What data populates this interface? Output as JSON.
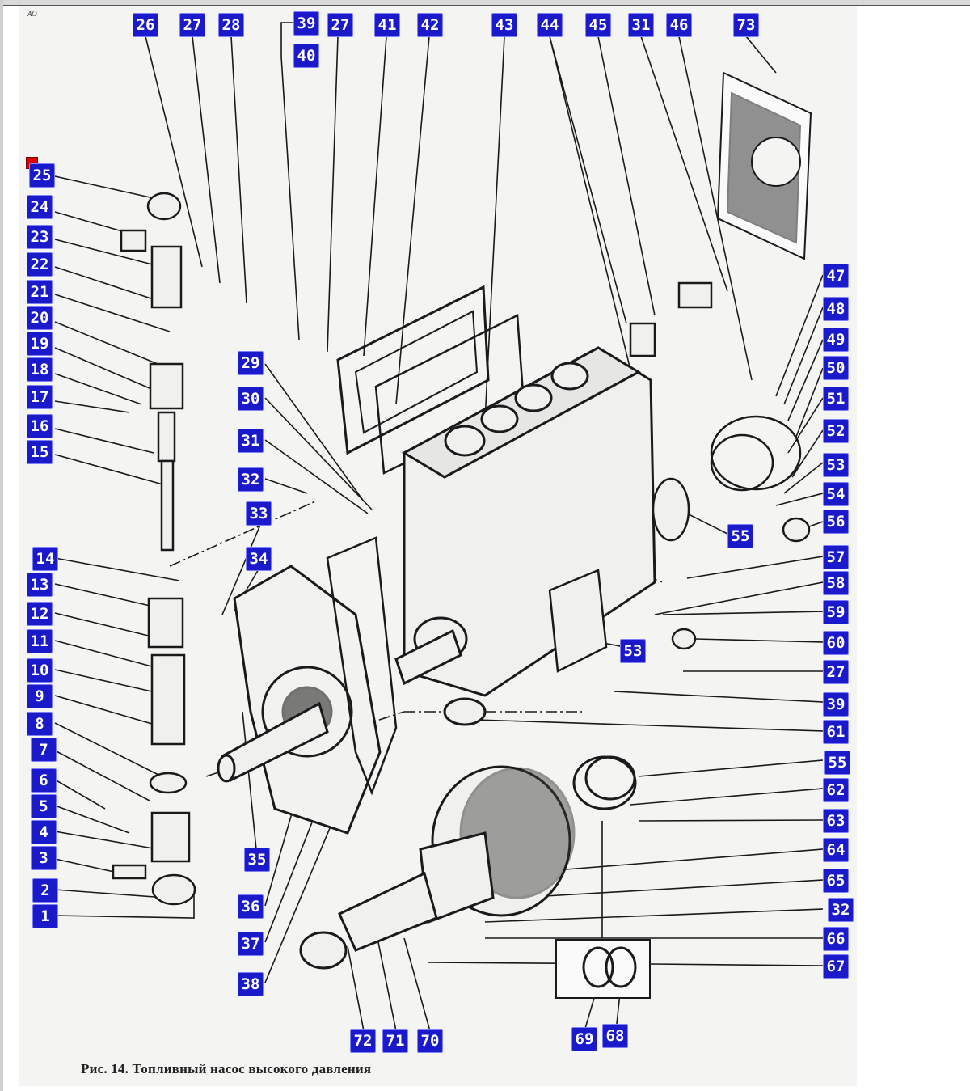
{
  "corner_mark": "АО",
  "caption": "Рис. 14. Топливный насос высокого давления",
  "labels": [
    "26",
    "27",
    "28",
    "39",
    "27",
    "40",
    "41",
    "42",
    "43",
    "44",
    "45",
    "31",
    "46",
    "73",
    "25",
    "24",
    "23",
    "22",
    "21",
    "20",
    "19",
    "18",
    "17",
    "16",
    "15",
    "29",
    "30",
    "31",
    "32",
    "33",
    "14",
    "34",
    "13",
    "12",
    "11",
    "10",
    "9",
    "8",
    "7",
    "6",
    "5",
    "4",
    "3",
    "2",
    "1",
    "35",
    "36",
    "37",
    "38",
    "47",
    "48",
    "49",
    "50",
    "51",
    "52",
    "53",
    "54",
    "56",
    "55",
    "57",
    "58",
    "59",
    "60",
    "53",
    "27",
    "39",
    "61",
    "55",
    "62",
    "63",
    "64",
    "65",
    "32",
    "66",
    "67",
    "72",
    "71",
    "70",
    "69",
    "68"
  ],
  "colors": {
    "label_bg": "#1a1acb",
    "label_text": "#ffffff",
    "marker": "#e00000",
    "line": "#1a1a1a"
  }
}
